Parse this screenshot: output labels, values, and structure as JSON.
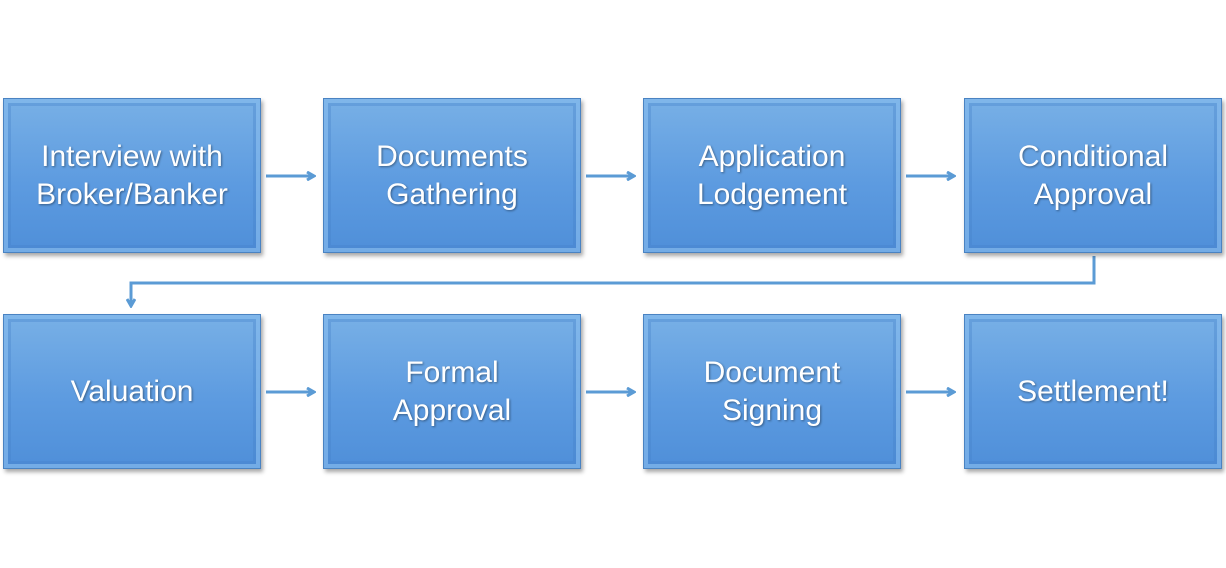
{
  "diagram": {
    "type": "process-flow",
    "colors": {
      "box_fill": "#5d9be0",
      "box_border": "#4a83c2",
      "arrow": "#5b9bd5",
      "text": "#ffffff"
    },
    "steps": [
      {
        "label": "Interview with\nBroker/Banker"
      },
      {
        "label": "Documents\nGathering"
      },
      {
        "label": "Application\nLodgement"
      },
      {
        "label": "Conditional\nApproval"
      },
      {
        "label": "Valuation"
      },
      {
        "label": "Formal\nApproval"
      },
      {
        "label": "Document\nSigning"
      },
      {
        "label": "Settlement!"
      }
    ]
  }
}
